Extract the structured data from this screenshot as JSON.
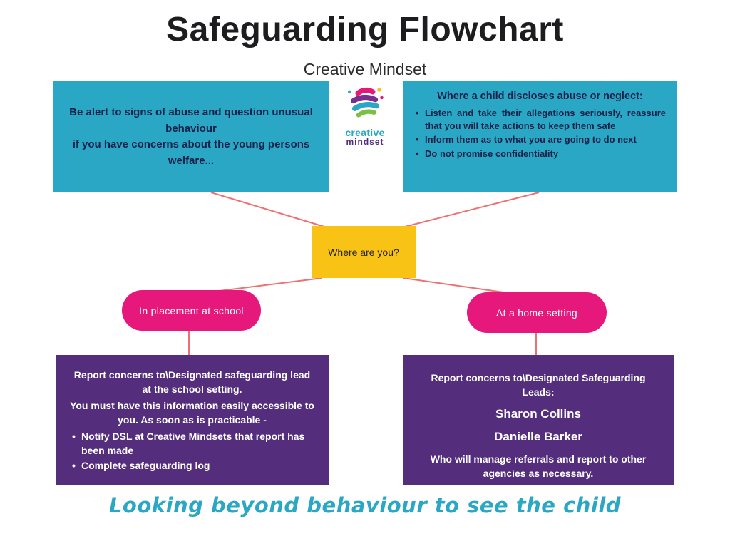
{
  "colors": {
    "teal": "#2BA7C6",
    "yellow": "#F9C316",
    "pink": "#E6187C",
    "purple": "#542D7D",
    "connector": "#EF7070",
    "navy_text": "#16224A",
    "title_text": "#1D1D1F"
  },
  "header": {
    "title": "Safeguarding Flowchart",
    "subtitle": "Creative Mindset"
  },
  "logo": {
    "word1": "creative",
    "word2": "mindset"
  },
  "alert_box": {
    "line1": "Be alert to signs of abuse and question unusual behaviour",
    "line2": "if you have concerns about the young persons welfare..."
  },
  "disclosure_box": {
    "heading": "Where a child discloses abuse or neglect:",
    "bullets": [
      "Listen and take their allegations seriously, reassure that you will take actions to keep them safe",
      "Inform them as to what you are going to do next",
      "Do not promise confidentiality"
    ]
  },
  "decision_box": {
    "label": "Where are you?"
  },
  "branches": {
    "school": "In placement at school",
    "home": "At a home setting"
  },
  "school_box": {
    "line1": "Report concerns to\\Designated safeguarding lead at the school setting.",
    "line2": "You must have this information easily accessible to you. As soon as is practicable -",
    "bullets": [
      "Notify DSL at Creative Mindsets that report has been made",
      "Complete safeguarding log"
    ]
  },
  "home_box": {
    "heading": "Report concerns to\\Designated Safeguarding Leads:",
    "names": [
      "Sharon Collins",
      "Danielle Barker"
    ],
    "footer": "Who will manage referrals and report to other agencies as necessary."
  },
  "footer": {
    "tagline": "Looking beyond behaviour to see the child"
  }
}
